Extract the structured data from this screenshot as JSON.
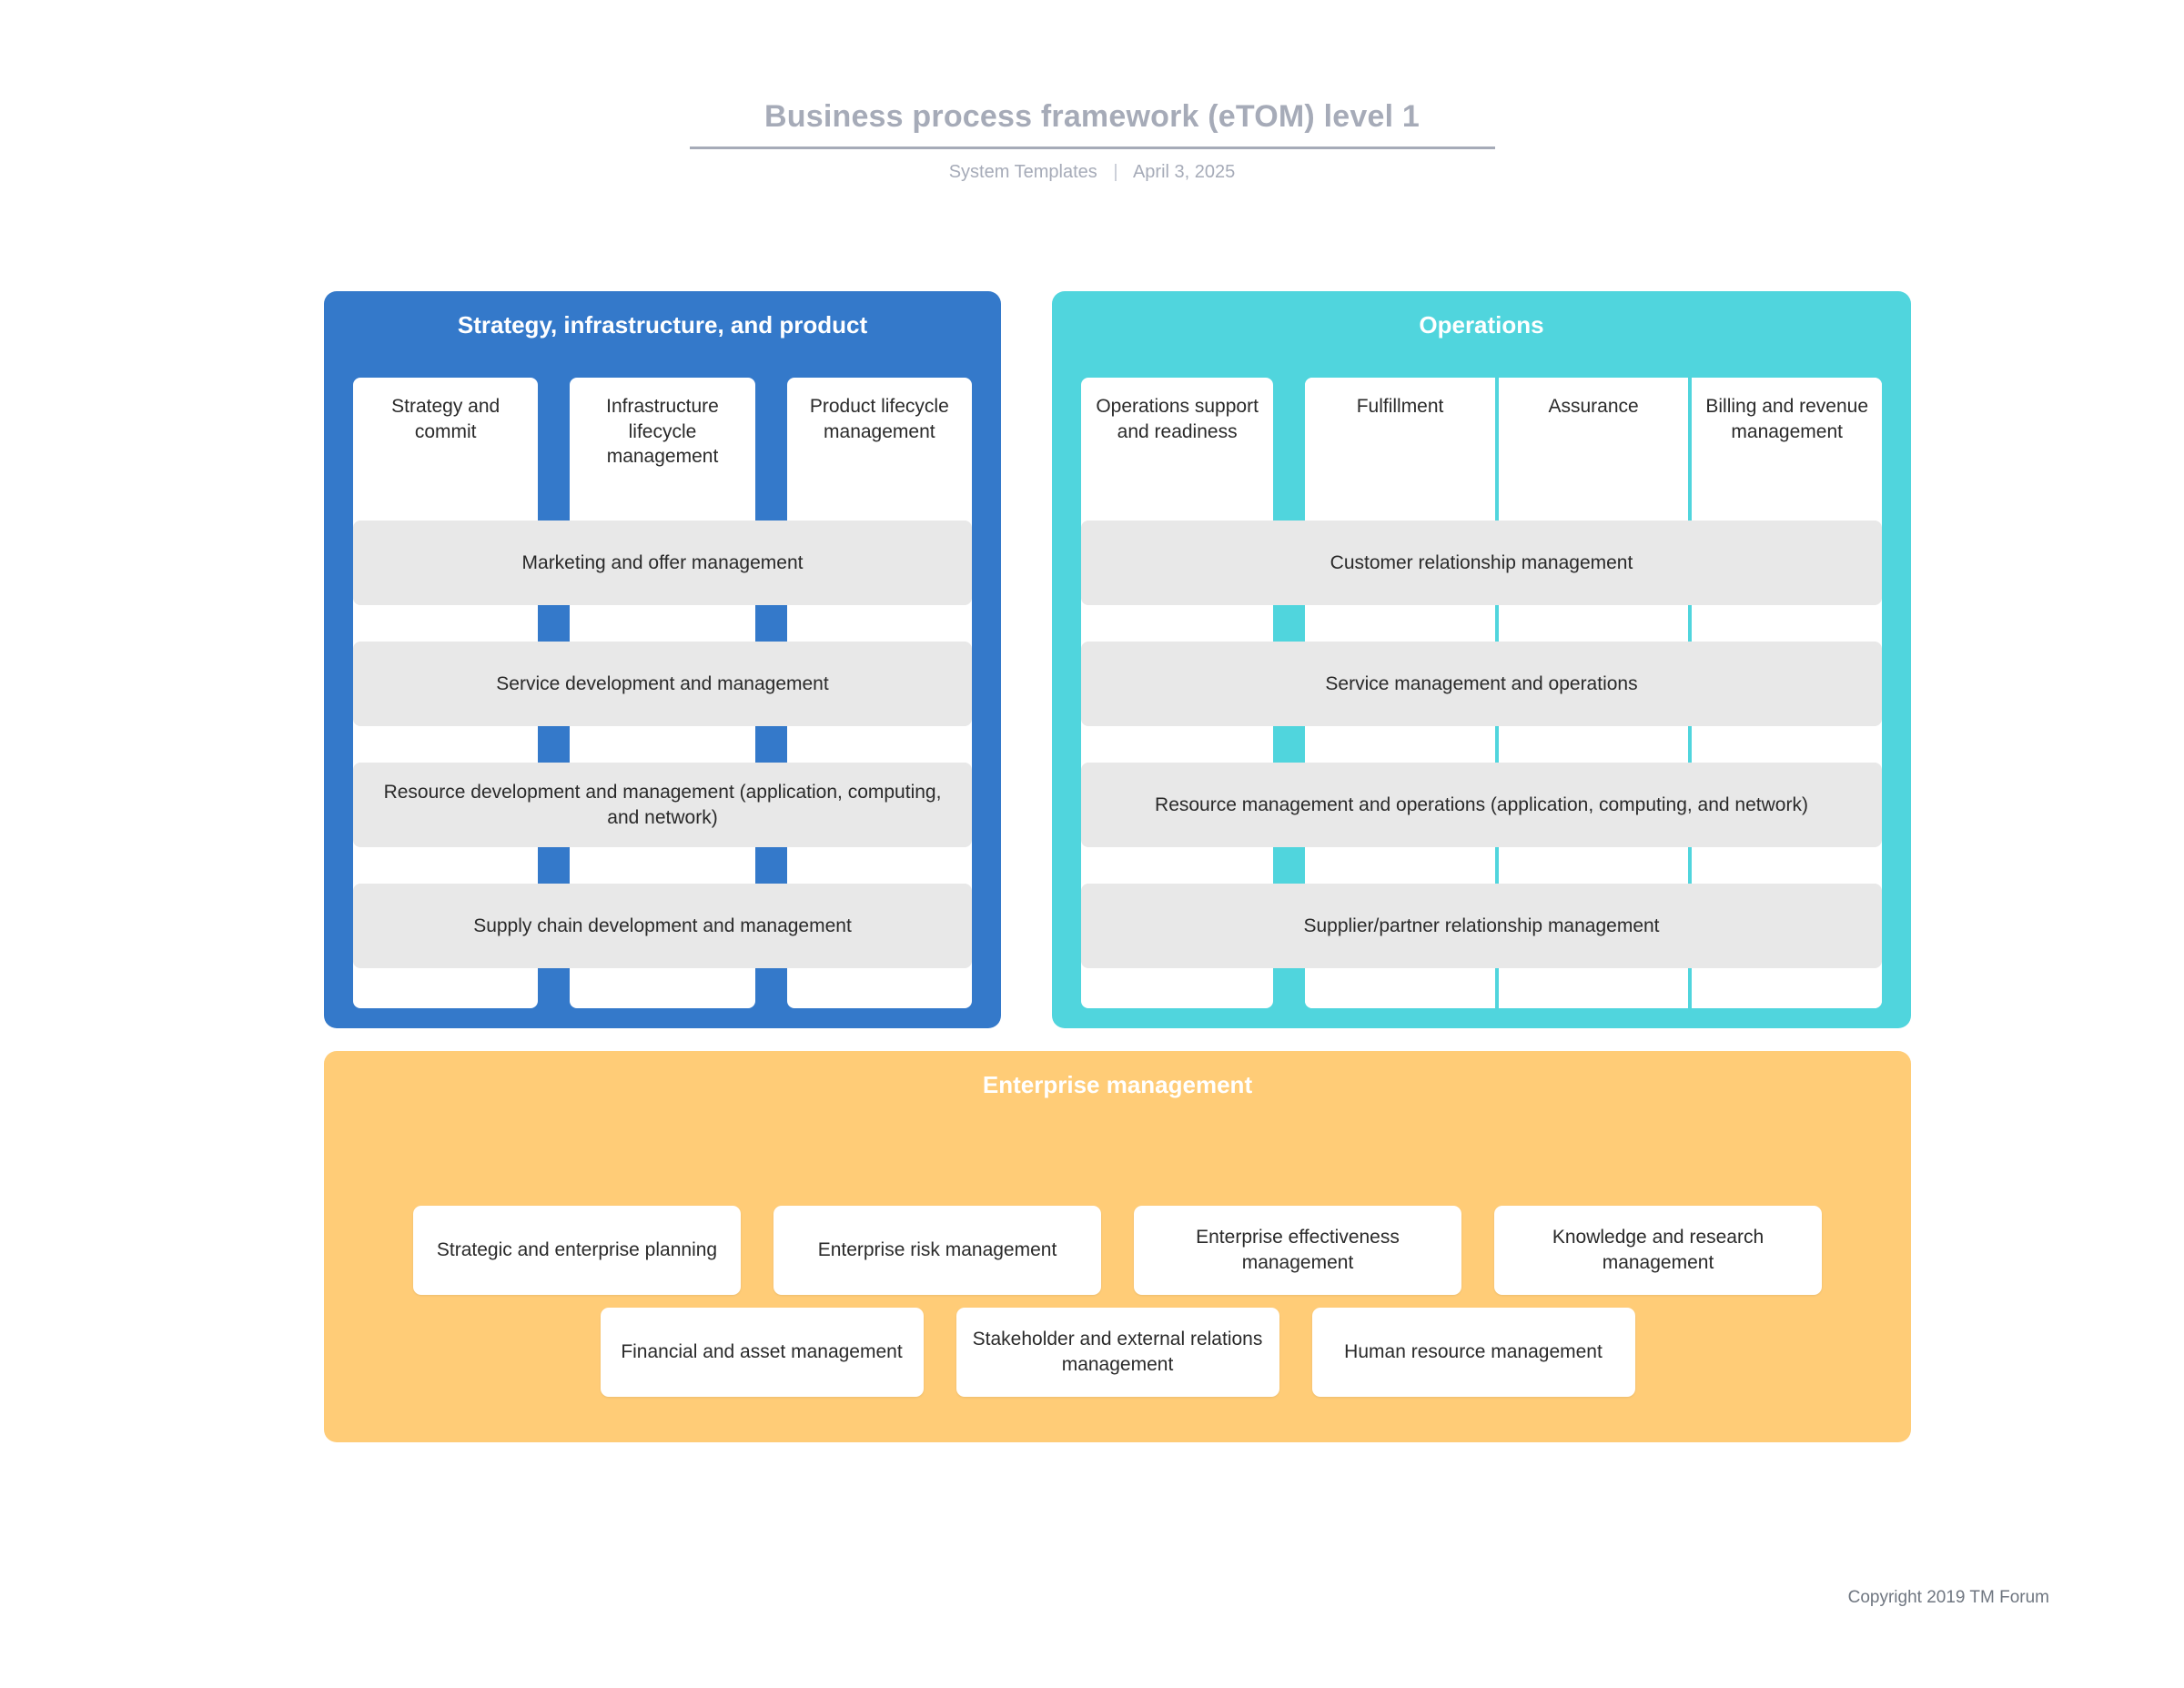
{
  "header": {
    "title": "Business process framework (eTOM) level 1",
    "source": "System Templates",
    "separator": "|",
    "date": "April 3, 2025"
  },
  "panels": {
    "sip": {
      "title": "Strategy, infrastructure, and product",
      "color": "#3479ca",
      "columns": [
        {
          "label": "Strategy and commit"
        },
        {
          "label": "Infrastructure lifecycle management"
        },
        {
          "label": "Product lifecycle management"
        }
      ],
      "bands": [
        "Marketing and offer management",
        "Service development and management",
        "Resource development and management (application, computing, and network)",
        "Supply chain development and management"
      ]
    },
    "ops": {
      "title": "Operations",
      "color": "#50d5dd",
      "columns": [
        {
          "label": "Operations support and readiness"
        },
        {
          "label": "Fulfillment"
        },
        {
          "label": "Assurance"
        },
        {
          "label": "Billing and revenue management"
        }
      ],
      "bands": [
        "Customer relationship management",
        "Service management and operations",
        "Resource management and operations (application, computing, and network)",
        "Supplier/partner relationship management"
      ]
    },
    "enterprise": {
      "title": "Enterprise management",
      "color": "#ffcc77",
      "row1": [
        "Strategic and enterprise planning",
        "Enterprise risk management",
        "Enterprise effectiveness management",
        "Knowledge and research management"
      ],
      "row2": [
        "Financial and asset management",
        "Stakeholder and external relations management",
        "Human resource management"
      ]
    }
  },
  "footer": {
    "copyright": "Copyright 2019 TM Forum"
  }
}
